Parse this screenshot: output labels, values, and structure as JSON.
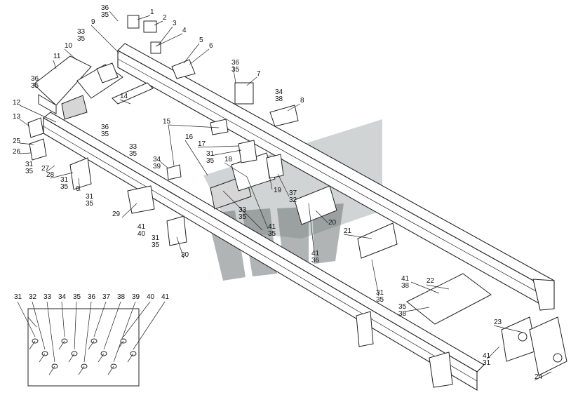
{
  "callouts": [
    {
      "id": "c1",
      "text": "1"
    },
    {
      "id": "c2",
      "text": "2"
    },
    {
      "id": "c3",
      "text": "3"
    },
    {
      "id": "c4",
      "text": "4"
    },
    {
      "id": "c5",
      "text": "5"
    },
    {
      "id": "c6",
      "text": "6"
    },
    {
      "id": "c7",
      "text": "7"
    },
    {
      "id": "c8",
      "text": "8"
    },
    {
      "id": "c9",
      "text": "9"
    },
    {
      "id": "c10",
      "text": "10"
    },
    {
      "id": "c11",
      "text": "11"
    },
    {
      "id": "c12",
      "text": "12"
    },
    {
      "id": "c13",
      "text": "13"
    },
    {
      "id": "c14",
      "text": "14"
    },
    {
      "id": "c15",
      "text": "15"
    },
    {
      "id": "c16",
      "text": "16"
    },
    {
      "id": "c17",
      "text": "17"
    },
    {
      "id": "c18",
      "text": "18"
    },
    {
      "id": "c19",
      "text": "19"
    },
    {
      "id": "c20",
      "text": "20"
    },
    {
      "id": "c21",
      "text": "21"
    },
    {
      "id": "c22",
      "text": "22"
    },
    {
      "id": "c23",
      "text": "23"
    },
    {
      "id": "c24",
      "text": "24"
    },
    {
      "id": "c25",
      "text": "25"
    },
    {
      "id": "c26",
      "text": "26"
    },
    {
      "id": "c27",
      "text": "27"
    },
    {
      "id": "c28",
      "text": "28"
    },
    {
      "id": "c29",
      "text": "29"
    },
    {
      "id": "c30",
      "text": "30"
    },
    {
      "id": "c6b",
      "text": "6"
    },
    {
      "id": "s36_35a",
      "text": "36\n35"
    },
    {
      "id": "s33_35a",
      "text": "33\n35"
    },
    {
      "id": "s36_35b",
      "text": "36\n35"
    },
    {
      "id": "s36_35c",
      "text": "36\n35"
    },
    {
      "id": "s36_35d",
      "text": "36\n35"
    },
    {
      "id": "s33_35b",
      "text": "33\n35"
    },
    {
      "id": "s31_35a",
      "text": "31\n35"
    },
    {
      "id": "s31_35b",
      "text": "31\n35"
    },
    {
      "id": "s31_35c",
      "text": "31\n35"
    },
    {
      "id": "s34_38",
      "text": "34\n38"
    },
    {
      "id": "s34_39",
      "text": "34\n39"
    },
    {
      "id": "s31_35d",
      "text": "31\n35"
    },
    {
      "id": "s37_32",
      "text": "37\n32"
    },
    {
      "id": "s33_35c",
      "text": "33\n35"
    },
    {
      "id": "s41_35",
      "text": "41\n35"
    },
    {
      "id": "s41_40",
      "text": "41\n40"
    },
    {
      "id": "s31_35e",
      "text": "31\n35"
    },
    {
      "id": "s41_36",
      "text": "41\n36"
    },
    {
      "id": "s31_35f",
      "text": "31\n35"
    },
    {
      "id": "s41_38",
      "text": "41\n38"
    },
    {
      "id": "s35_38",
      "text": "35\n38"
    },
    {
      "id": "s41_31",
      "text": "41\n31"
    }
  ],
  "fastener_legend": [
    "31",
    "32",
    "33",
    "34",
    "35",
    "36",
    "37",
    "38",
    "39",
    "40",
    "41"
  ]
}
